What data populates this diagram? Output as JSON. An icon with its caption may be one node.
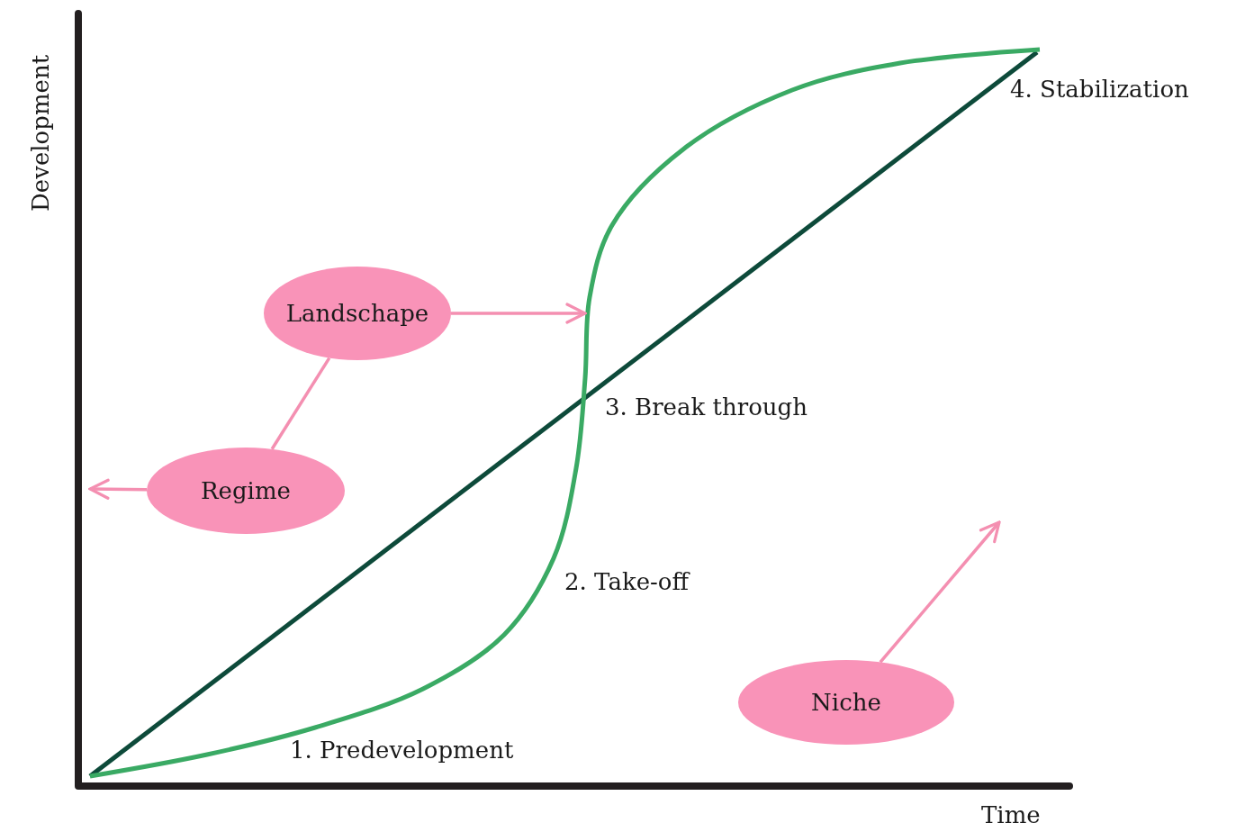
{
  "diagram": {
    "nodes": [
      {
        "text": [
          "Landschape"
        ]
      },
      {
        "text": [
          "Regime"
        ]
      },
      {
        "text": [
          "Niche"
        ]
      }
    ],
    "edges": [
      {
        "from": 0,
        "to": null,
        "arrow": "to"
      },
      {
        "from": 0,
        "to": 1,
        "arrow": "none"
      },
      {
        "from": 1,
        "to": null,
        "arrow": "to"
      },
      {
        "from": 2,
        "to": null,
        "arrow": "to"
      }
    ],
    "labels": [
      "Development",
      "4. Stabilization",
      "3. Break through",
      "2. Take-off",
      "1. Predevelopment",
      "Time"
    ]
  }
}
